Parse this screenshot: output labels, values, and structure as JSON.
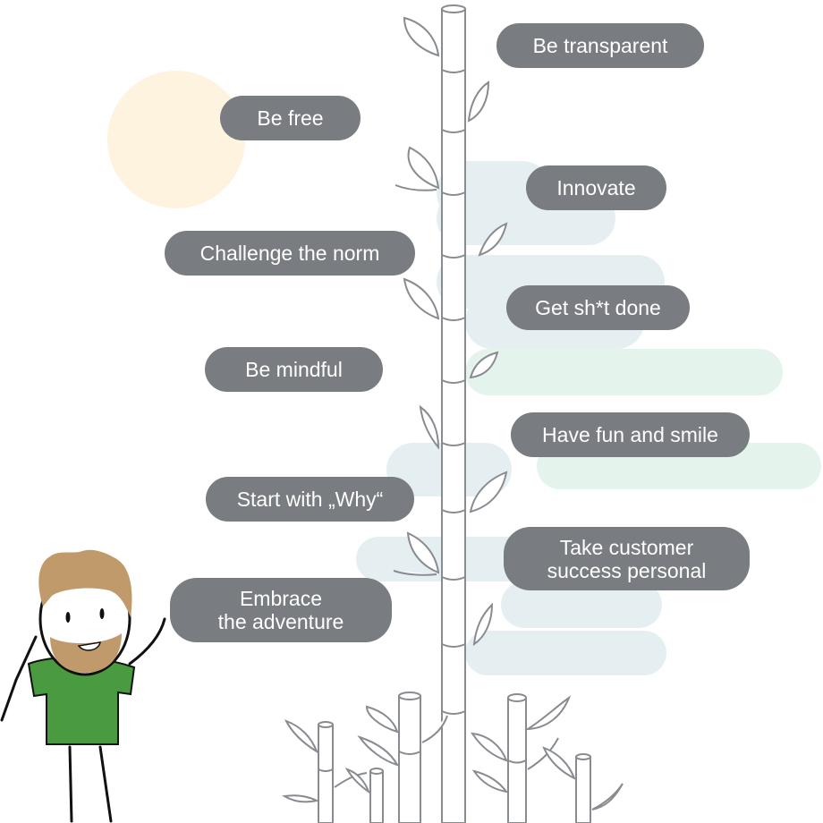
{
  "values_diagram": {
    "values": [
      "Be transparent",
      "Be free",
      "Innovate",
      "Challenge the norm",
      "Get sh*t done",
      "Be mindful",
      "Have fun and smile",
      "Start with „Why“",
      "Take customer\nsuccess personal",
      "Embrace\nthe adventure"
    ]
  },
  "colors": {
    "pill": "#797c80",
    "pill_text": "#ffffff",
    "sun": "#fdf3df",
    "cloud_blue": "#e5eff2",
    "cloud_green": "#e4f4ec",
    "bamboo_stroke": "#888b90",
    "shirt": "#4a9a3f",
    "hair_beard": "#c19a6b"
  },
  "icons": [
    "sun",
    "clouds",
    "bamboo-stalk",
    "bamboo-leaf",
    "bamboo-grove",
    "character"
  ]
}
